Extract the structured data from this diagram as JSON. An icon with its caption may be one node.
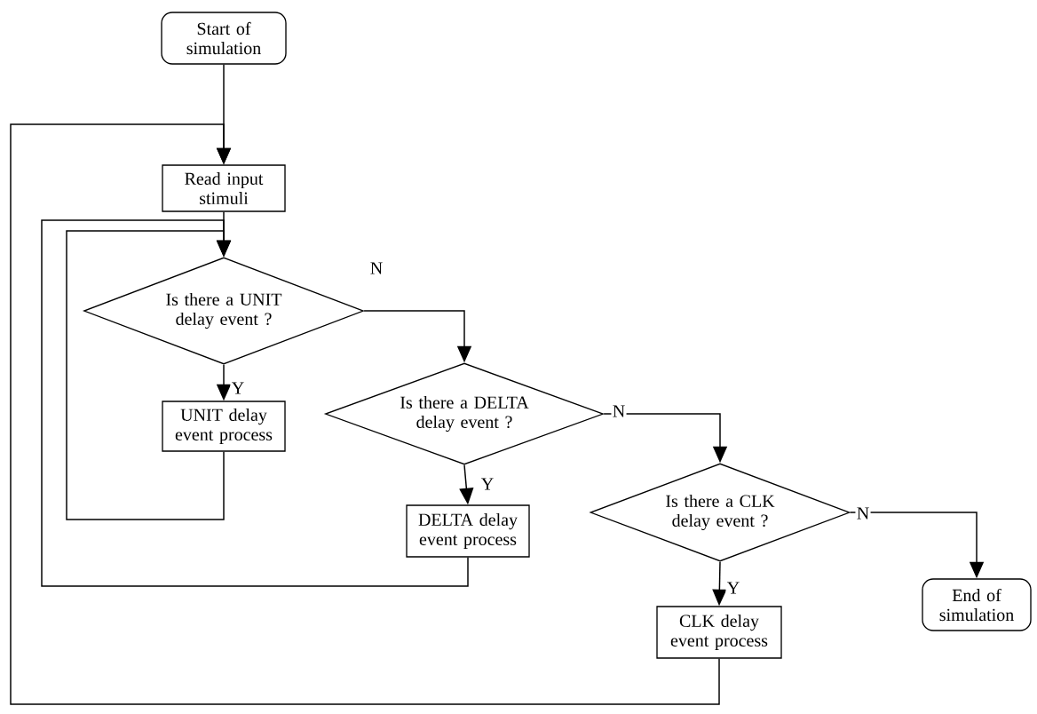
{
  "diagram": {
    "nodes": [
      {
        "text": [
          "Start of simulation"
        ]
      },
      {
        "text": [
          "Read input stimuli"
        ]
      },
      {
        "text": [
          "Is there a UNIT delay event ?"
        ]
      },
      {
        "text": [
          "UNIT delay event process"
        ]
      },
      {
        "text": [
          "Is there a DELTA delay event ?"
        ]
      },
      {
        "text": [
          "DELTA delay event process"
        ]
      },
      {
        "text": [
          "Is there a CLK delay event ?"
        ]
      },
      {
        "text": [
          "End of simulation"
        ]
      },
      {
        "text": [
          "CLK delay event process"
        ]
      }
    ],
    "edges": [
      {
        "from": 0,
        "to": 1,
        "arrow": "to"
      },
      {
        "from": 1,
        "to": 2,
        "arrow": "to"
      },
      {
        "from": 2,
        "to": 3,
        "arrow": "to",
        "label": "Y"
      },
      {
        "from": 2,
        "to": 4,
        "arrow": "to",
        "label": "N"
      },
      {
        "from": 4,
        "to": 5,
        "arrow": "to",
        "label": "Y"
      },
      {
        "from": 4,
        "to": 6,
        "arrow": "to",
        "label": "N"
      },
      {
        "from": 6,
        "to": 8,
        "arrow": "to",
        "label": "Y"
      },
      {
        "from": 6,
        "to": 7,
        "arrow": "to",
        "label": "N"
      },
      {
        "from": 3,
        "to": 2,
        "arrow": "to"
      },
      {
        "from": 5,
        "to": 2,
        "arrow": "to"
      },
      {
        "from": 8,
        "to": 1,
        "arrow": "to"
      }
    ]
  }
}
